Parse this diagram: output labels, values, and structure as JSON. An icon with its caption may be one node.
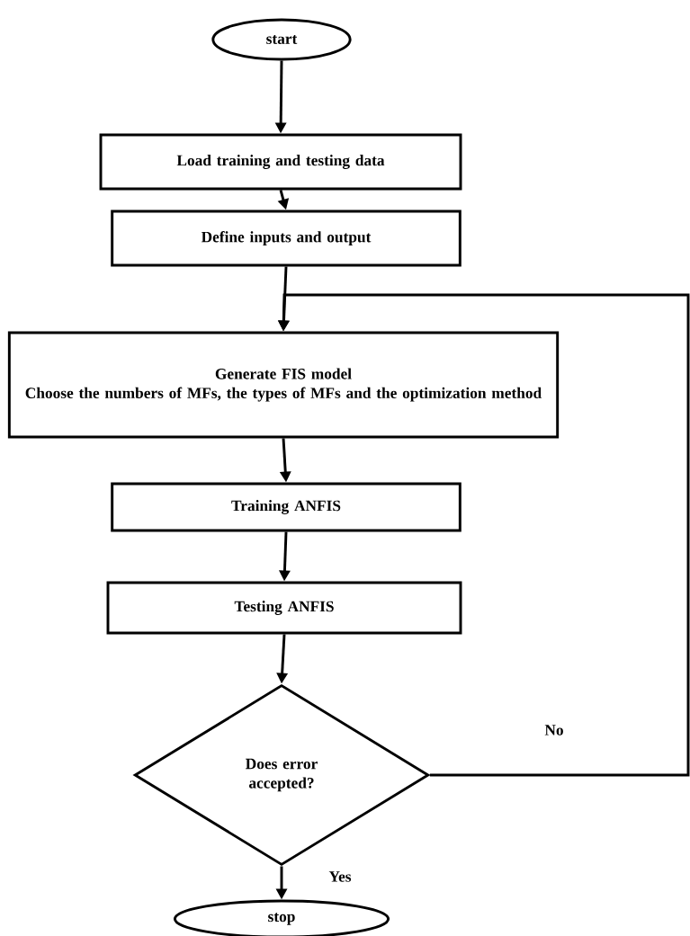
{
  "diagram": {
    "nodes": [
      {
        "text": [
          "start"
        ]
      },
      {
        "text": [
          "Load training and testing data"
        ]
      },
      {
        "text": [
          "Define inputs and output"
        ]
      },
      {
        "text": [
          "Generate FIS model",
          "Choose the numbers of MFs, the types of MFs and the optimization method"
        ]
      },
      {
        "text": [
          "Training ANFIS"
        ]
      },
      {
        "text": [
          "Testing ANFIS"
        ]
      },
      {
        "text": [
          "Does error accepted?"
        ]
      },
      {
        "text": [
          "stop"
        ]
      }
    ],
    "edges": [
      {
        "from": 0,
        "to": 1,
        "arrow": "to"
      },
      {
        "from": 1,
        "to": 2,
        "arrow": "to"
      },
      {
        "from": 2,
        "to": 3,
        "arrow": "to"
      },
      {
        "from": 3,
        "to": 4,
        "arrow": "to"
      },
      {
        "from": 4,
        "to": 5,
        "arrow": "to"
      },
      {
        "from": 5,
        "to": 6,
        "arrow": "to"
      },
      {
        "from": 6,
        "to": 3,
        "arrow": "to",
        "label": "No"
      },
      {
        "from": 6,
        "to": 7,
        "arrow": "to",
        "label": "Yes"
      }
    ]
  }
}
